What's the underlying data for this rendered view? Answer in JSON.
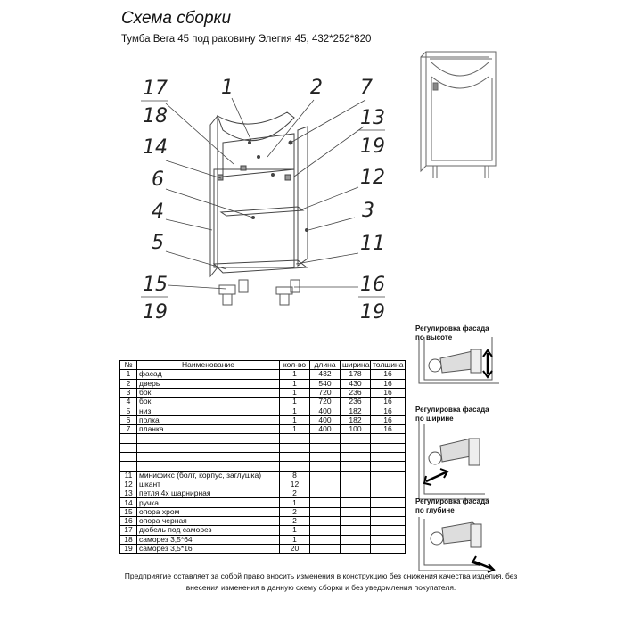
{
  "header": {
    "title": "Схема сборки",
    "subtitle": "Тумба Вега 45 под раковину Элегия 45, 432*252*820"
  },
  "part_labels": {
    "n17": "17",
    "n18": "18",
    "n1": "1",
    "n2": "2",
    "n7": "7",
    "n13": "13",
    "n19a": "19",
    "n14": "14",
    "n6": "6",
    "n12": "12",
    "n4": "4",
    "n3": "3",
    "n5": "5",
    "n11": "11",
    "n15": "15",
    "n19b": "19",
    "n16": "16",
    "n19c": "19"
  },
  "adjustments": [
    {
      "line1": "Регулировка фасада",
      "line2": "по высоте"
    },
    {
      "line1": "Регулировка фасада",
      "line2": "по ширине"
    },
    {
      "line1": "Регулировка фасада",
      "line2": "по глубине"
    }
  ],
  "table": {
    "headers": [
      "№",
      "Наименование",
      "кол-во",
      "длина",
      "ширина",
      "толщина"
    ],
    "rows": [
      {
        "n": "1",
        "name": "фасад",
        "qty": "1",
        "len": "432",
        "wid": "178",
        "thk": "16"
      },
      {
        "n": "2",
        "name": "дверь",
        "qty": "1",
        "len": "540",
        "wid": "430",
        "thk": "16"
      },
      {
        "n": "3",
        "name": "бок",
        "qty": "1",
        "len": "720",
        "wid": "236",
        "thk": "16"
      },
      {
        "n": "4",
        "name": "бок",
        "qty": "1",
        "len": "720",
        "wid": "236",
        "thk": "16"
      },
      {
        "n": "5",
        "name": "низ",
        "qty": "1",
        "len": "400",
        "wid": "182",
        "thk": "16"
      },
      {
        "n": "6",
        "name": "полка",
        "qty": "1",
        "len": "400",
        "wid": "182",
        "thk": "16"
      },
      {
        "n": "7",
        "name": "планка",
        "qty": "1",
        "len": "400",
        "wid": "100",
        "thk": "16"
      },
      {
        "n": "",
        "name": "",
        "qty": "",
        "len": "",
        "wid": "",
        "thk": ""
      },
      {
        "n": "",
        "name": "",
        "qty": "",
        "len": "",
        "wid": "",
        "thk": ""
      },
      {
        "n": "",
        "name": "",
        "qty": "",
        "len": "",
        "wid": "",
        "thk": ""
      },
      {
        "n": "",
        "name": "",
        "qty": "",
        "len": "",
        "wid": "",
        "thk": ""
      },
      {
        "n": "11",
        "name": "минификс (болт, корпус, заглушка)",
        "qty": "8",
        "len": "",
        "wid": "",
        "thk": ""
      },
      {
        "n": "12",
        "name": "шкант",
        "qty": "12",
        "len": "",
        "wid": "",
        "thk": ""
      },
      {
        "n": "13",
        "name": "петля 4х шарнирная",
        "qty": "2",
        "len": "",
        "wid": "",
        "thk": ""
      },
      {
        "n": "14",
        "name": "ручка",
        "qty": "1",
        "len": "",
        "wid": "",
        "thk": ""
      },
      {
        "n": "15",
        "name": "опора хром",
        "qty": "2",
        "len": "",
        "wid": "",
        "thk": ""
      },
      {
        "n": "16",
        "name": "опора черная",
        "qty": "2",
        "len": "",
        "wid": "",
        "thk": ""
      },
      {
        "n": "17",
        "name": "дюбель под саморез",
        "qty": "1",
        "len": "",
        "wid": "",
        "thk": ""
      },
      {
        "n": "18",
        "name": "саморез 3,5*64",
        "qty": "1",
        "len": "",
        "wid": "",
        "thk": ""
      },
      {
        "n": "19",
        "name": "саморез 3,5*16",
        "qty": "20",
        "len": "",
        "wid": "",
        "thk": ""
      }
    ]
  },
  "footer": {
    "line1": "Предприятие оставляет за собой право вносить изменения в конструкцию без снижения качества изделия, без",
    "line2": "внесения  изменения  в данную схему сборки и без уведомления покупателя."
  }
}
